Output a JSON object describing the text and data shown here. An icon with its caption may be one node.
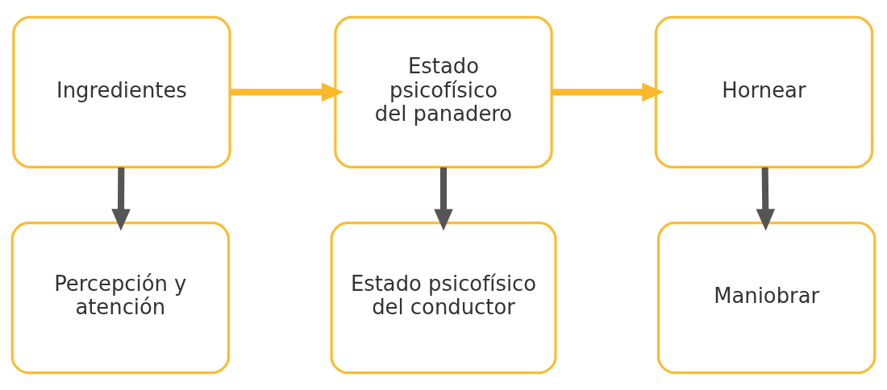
{
  "diagram": {
    "nodes": [
      {
        "text": [
          "Ingredientes"
        ]
      },
      {
        "text": [
          "Estado psicofísico del panadero"
        ]
      },
      {
        "text": [
          "Hornear"
        ]
      },
      {
        "text": [
          "Percepción y atención"
        ]
      },
      {
        "text": [
          "Estado psicofísico del conductor"
        ]
      },
      {
        "text": [
          "Maniobrar"
        ]
      }
    ],
    "edges": [
      {
        "from": 0,
        "to": 1,
        "arrow": "to",
        "color": "#fbb92c"
      },
      {
        "from": 1,
        "to": 2,
        "arrow": "to",
        "color": "#fbb92c"
      },
      {
        "from": 0,
        "to": 3,
        "arrow": "to"
      },
      {
        "from": 1,
        "to": 4,
        "arrow": "to"
      },
      {
        "from": 2,
        "to": 5,
        "arrow": "to"
      }
    ]
  }
}
